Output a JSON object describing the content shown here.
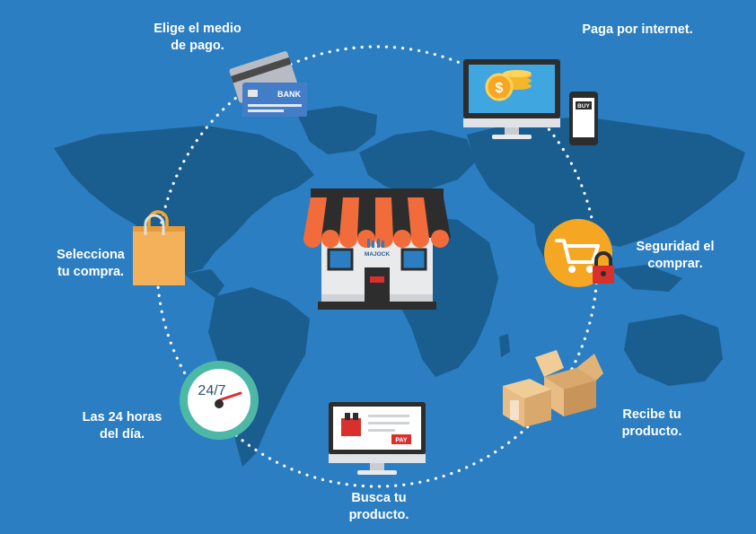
{
  "colors": {
    "background": "#2b7ec1",
    "continents": "#1a5d8f",
    "dots": "#ffffff",
    "label_text": "#ffffff",
    "awning_orange": "#f26b3a",
    "security_circle": "#f5a623",
    "lock_red": "#d8302c"
  },
  "center": {
    "store_sign": "MAJOCK"
  },
  "steps": [
    {
      "icon": "credit-cards-icon",
      "text_line1": "Elige el medio",
      "text_line2": "de pago.",
      "card_text": "BANK"
    },
    {
      "icon": "computer-phone-icon",
      "text_line1": "Paga por internet.",
      "text_line2": "",
      "phone_text": "BUY"
    },
    {
      "icon": "cart-lock-icon",
      "text_line1": "Seguridad el",
      "text_line2": "comprar."
    },
    {
      "icon": "boxes-icon",
      "text_line1": "Recibe tu",
      "text_line2": "producto."
    },
    {
      "icon": "monitor-shop-icon",
      "text_line1": "Busca tu",
      "text_line2": "producto.",
      "screen_text": "PAY"
    },
    {
      "icon": "clock-24-7-icon",
      "text_line1": "Las 24 horas",
      "text_line2": "del día.",
      "clock_text": "24/7"
    },
    {
      "icon": "shopping-bag-icon",
      "text_line1": "Selecciona",
      "text_line2": "tu compra."
    }
  ]
}
